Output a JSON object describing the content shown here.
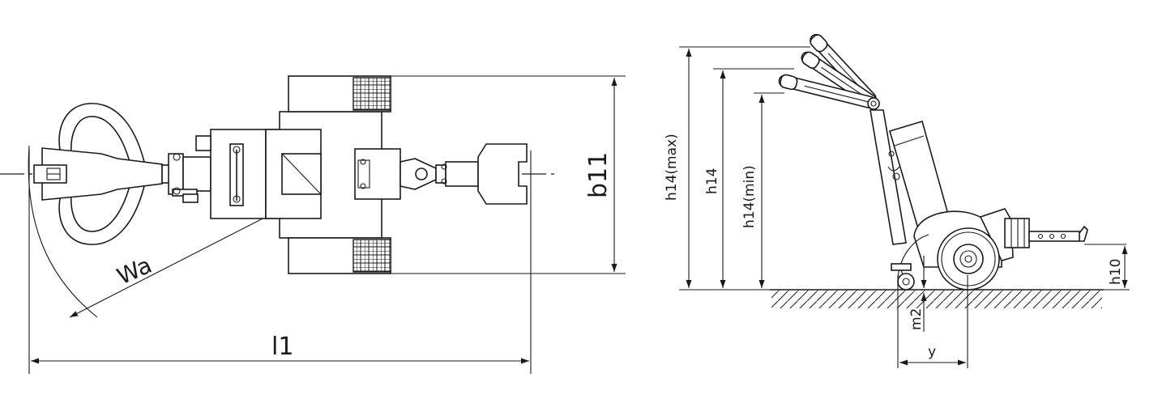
{
  "top_view": {
    "labels": {
      "turning_radius": "Wa",
      "length": "l1",
      "width": "b11"
    }
  },
  "side_view": {
    "labels": {
      "height_max": "h14(max)",
      "height": "h14",
      "height_min": "h14(min)",
      "coupling_height": "h10",
      "ground_clearance": "m2",
      "wheel_offset": "y"
    }
  }
}
